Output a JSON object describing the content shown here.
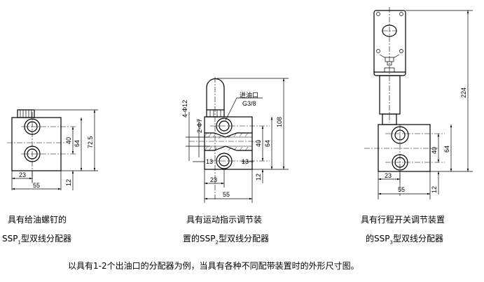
{
  "figures": [
    {
      "caption_line1": "具有给油螺钉的",
      "caption_line2_prefix": "SSP",
      "caption_sub": "1",
      "caption_line2_suffix": "型双线分配器",
      "dims": {
        "width": "55",
        "hole_offset": "23",
        "hole_spacing": "40",
        "height": "64",
        "total_height": "72.5",
        "bottom": "12"
      }
    },
    {
      "caption_line1": "具有运动指示调节装",
      "caption_line2_prefix": "置的SSP",
      "caption_sub": "2",
      "caption_line2_suffix": "型双线分配器",
      "dims": {
        "width": "55",
        "hole_offset": "23",
        "hole_spacing": "40",
        "height": "64",
        "total_height": "108",
        "bottom": "12",
        "channel_left": "13",
        "channel_right": "13",
        "holes_a": "4-Φ12",
        "holes_b": "2-Φ7"
      },
      "inlet_label": "进油口",
      "inlet_thread": "G3/8"
    },
    {
      "caption_line1": "具有行程开关调节装置",
      "caption_line2_prefix": "的SSP",
      "caption_sub": "3",
      "caption_line2_suffix": "型双线分配器",
      "dims": {
        "width": "55",
        "hole_offset": "23",
        "hole_spacing": "40",
        "height": "64",
        "total_height": "224",
        "bottom": "12"
      }
    }
  ],
  "footer": "以具有1-2个出油口的分配器为例，当具有各种不同配带装置时的外形尺寸图。"
}
